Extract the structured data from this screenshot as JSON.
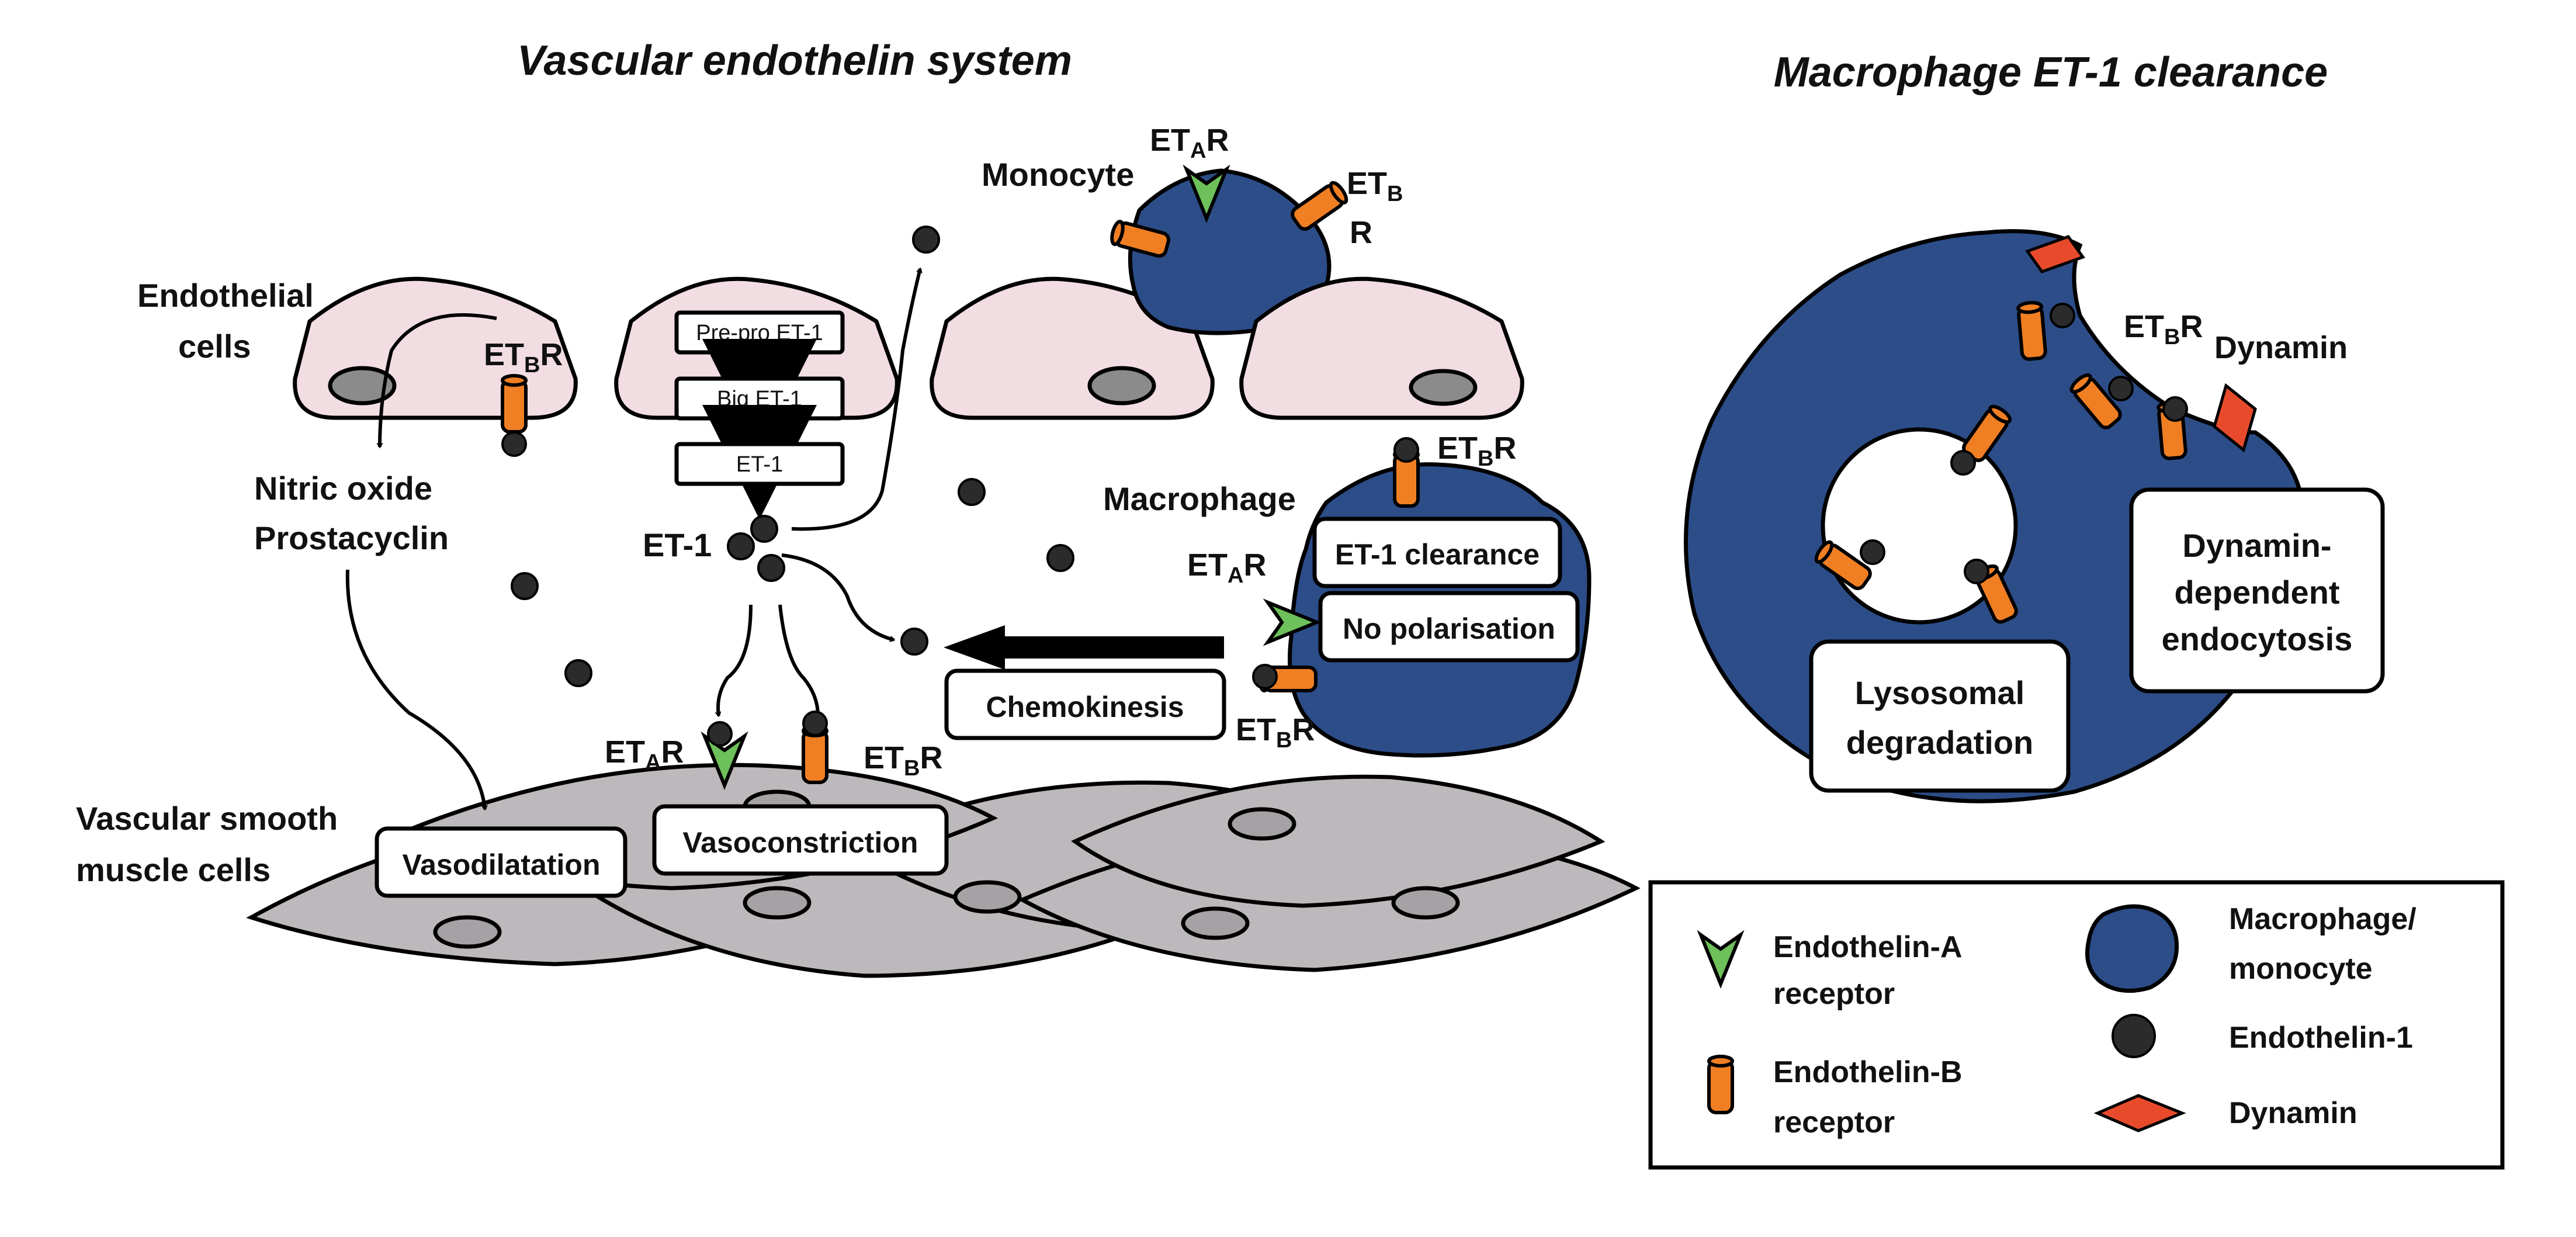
{
  "titles": {
    "left": "Vascular endothelin system",
    "right": "Macrophage ET-1 clearance"
  },
  "labels": {
    "endothelial_1": "Endothelial",
    "endothelial_2": "cells",
    "monocyte": "Monocyte",
    "macrophage": "Macrophage",
    "nitric_oxide": "Nitric oxide",
    "prostacyclin": "Prostacyclin",
    "et1": "ET-1",
    "vsmc_1": "Vascular smooth",
    "vsmc_2": "muscle cells",
    "dynamin": "Dynamin",
    "receptor_et": "ET",
    "receptor_r": "R",
    "sub_a": "A",
    "sub_b": "B"
  },
  "synthesis": [
    "Pre-pro ET-1",
    "Big ET-1",
    "ET-1"
  ],
  "boxes": {
    "vasodilatation": "Vasodilatation",
    "vasoconstriction": "Vasoconstriction",
    "chemokinesis": "Chemokinesis",
    "et1_clearance": "ET-1 clearance",
    "no_polarisation": "No polarisation",
    "lysosomal_1": "Lysosomal",
    "lysosomal_2": "degradation",
    "dynamin_dep_1": "Dynamin-",
    "dynamin_dep_2": "dependent",
    "dynamin_dep_3": "endocytosis"
  },
  "legend": {
    "eta_1": "Endothelin-A",
    "eta_2": "receptor",
    "etb_1": "Endothelin-B",
    "etb_2": "receptor",
    "mac_1": "Macrophage/",
    "mac_2": "monocyte",
    "et1": "Endothelin-1",
    "dynamin": "Dynamin"
  },
  "colors": {
    "endothelial": "#f2dde2",
    "smooth_muscle": "#bdb8bb",
    "macrophage": "#2c4d88",
    "eta_receptor": "#6ec05a",
    "etb_receptor": "#f07f24",
    "dynamin": "#e84b2c",
    "endothelin": "#2b2b2b"
  }
}
